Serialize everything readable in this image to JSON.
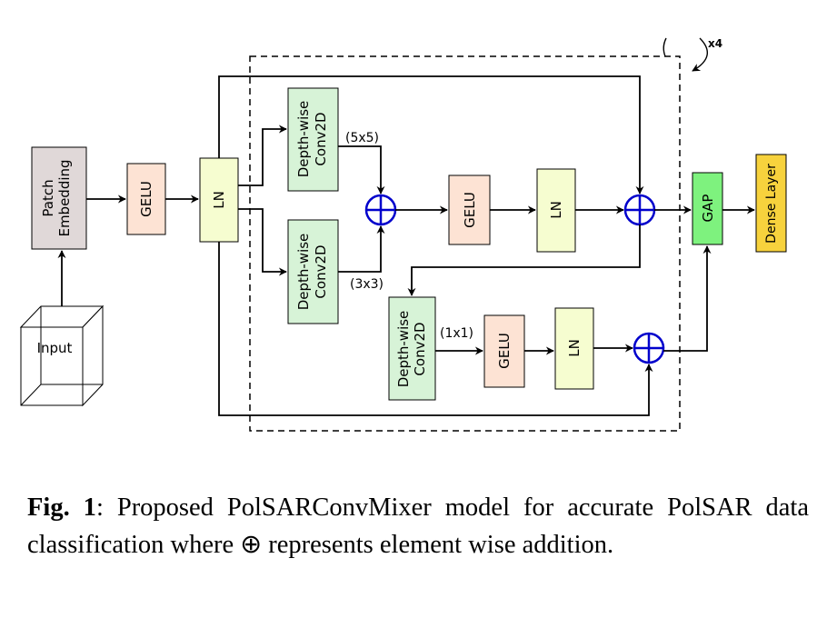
{
  "diagram": {
    "repeat_label": "x4",
    "blocks": {
      "input": "Input",
      "patch_embedding": [
        "Patch",
        "Embedding"
      ],
      "gelu_1": "GELU",
      "ln_1": "LN",
      "dwconv_a": [
        "Depth-wise",
        "Conv2D"
      ],
      "dwconv_b": [
        "Depth-wise",
        "Conv2D"
      ],
      "dwconv_c": [
        "Depth-wise",
        "Conv2D"
      ],
      "gelu_2": "GELU",
      "ln_2": "LN",
      "gelu_3": "GELU",
      "ln_3": "LN",
      "gap": "GAP",
      "dense": "Dense Layer"
    },
    "kernel_labels": {
      "a": "(5x5)",
      "b": "(3x3)",
      "c": "(1x1)"
    },
    "colors": {
      "patch_embedding": "#e0d8d8",
      "gelu": "#fde3d4",
      "ln": "#f6fdd0",
      "dwconv": "#d7f3d7",
      "gap": "#7ef27e",
      "dense": "#f7d23d",
      "adder": "#0000cc"
    }
  },
  "caption": {
    "label": "Fig. 1",
    "text": ": Proposed PolSARConvMixer model for accurate PolSAR data classification where ⊕ represents element wise addition."
  }
}
